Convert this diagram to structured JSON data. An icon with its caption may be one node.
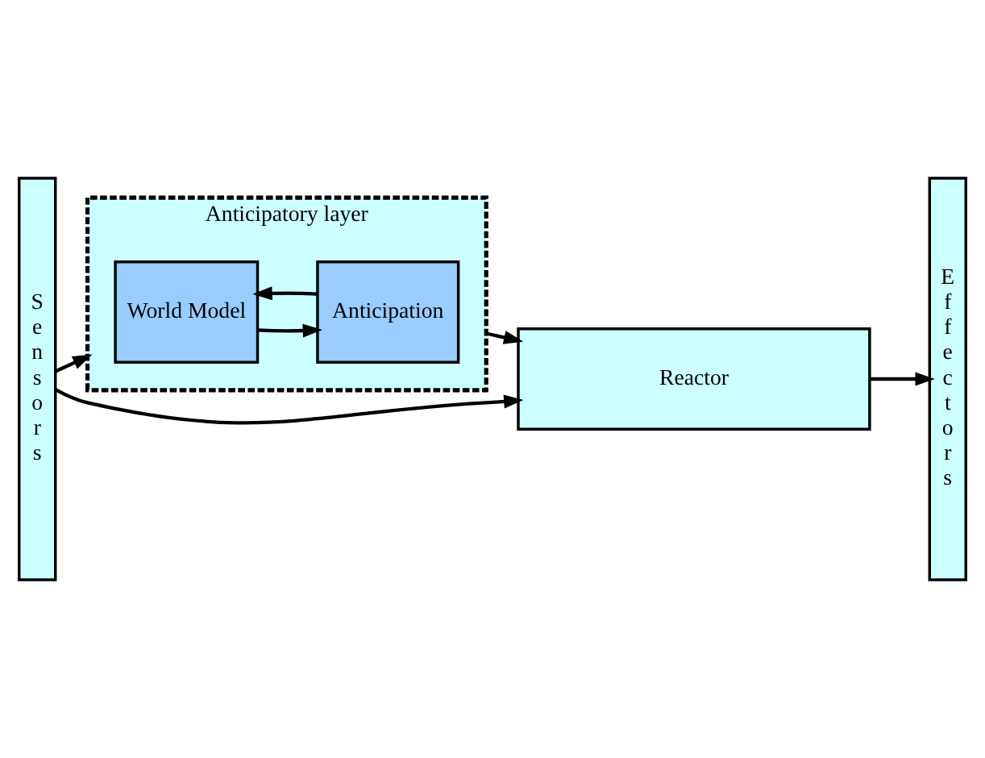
{
  "diagram": {
    "nodes": [
      {
        "text": [
          "Sensors"
        ]
      },
      {
        "text": [
          "Anticipatory layer"
        ]
      },
      {
        "text": [
          "World Model"
        ],
        "in": 1
      },
      {
        "text": [
          "Anticipation"
        ],
        "in": 1
      },
      {
        "text": [
          "Reactor"
        ]
      },
      {
        "text": [
          "Effectors"
        ]
      }
    ],
    "edges": [
      {
        "from": 0,
        "to": 1,
        "arrow": "to"
      },
      {
        "from": 2,
        "to": 3,
        "arrow": "to"
      },
      {
        "from": 3,
        "to": 2,
        "arrow": "to"
      },
      {
        "from": 1,
        "to": 4,
        "arrow": "to"
      },
      {
        "from": 0,
        "to": 4,
        "arrow": "to"
      },
      {
        "from": 4,
        "to": 5,
        "arrow": "to"
      }
    ]
  }
}
